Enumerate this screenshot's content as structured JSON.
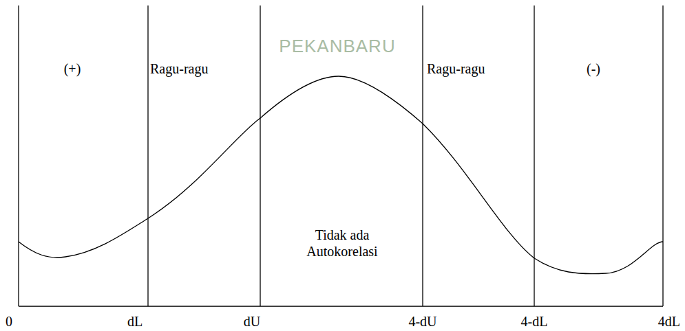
{
  "diagram": {
    "labels": [
      "(+)",
      "Ragu-ragu",
      "Ragu-ragu",
      "(-)",
      "Tidak ada Autokorelasi",
      "0",
      "dL",
      "dU",
      "4-dU",
      "4-dL",
      "4dL",
      "PEKANBARU"
    ]
  }
}
